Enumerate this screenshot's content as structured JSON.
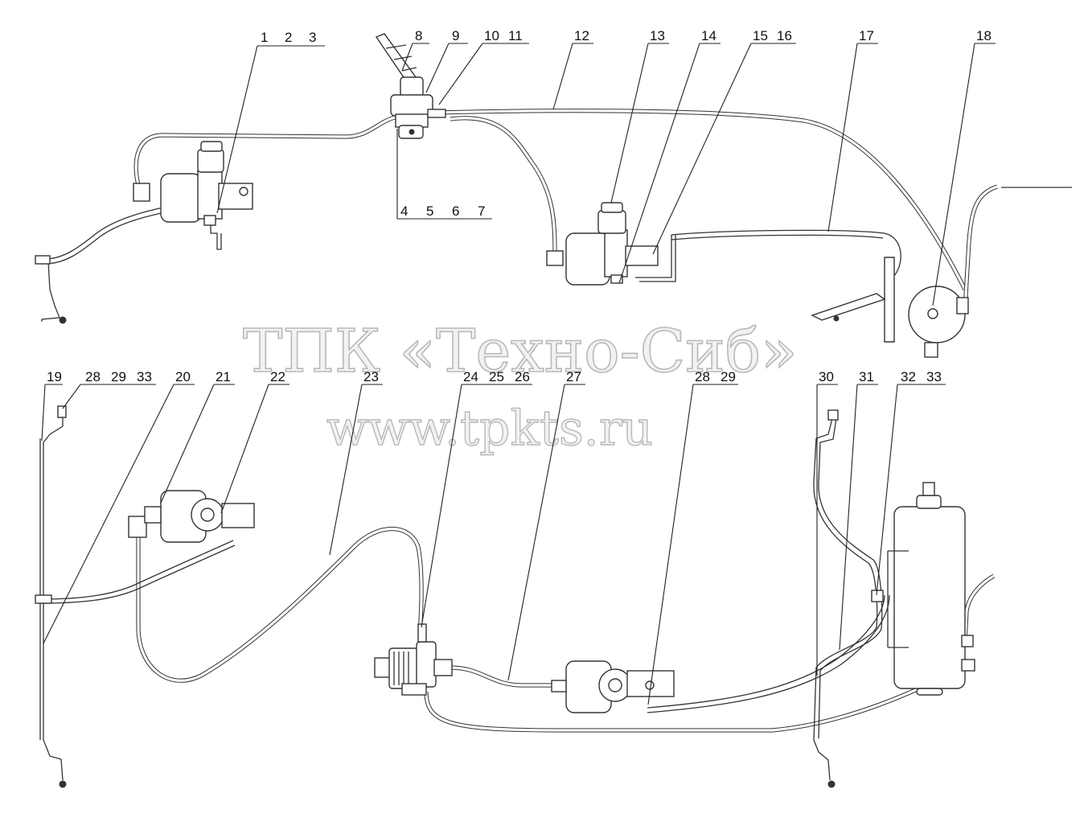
{
  "watermark": {
    "line1": "ТПК «Техно-Сиб»",
    "line2": "www.tpkts.ru"
  },
  "callouts": {
    "c1": "1",
    "c2": "2",
    "c3": "3",
    "c4": "4",
    "c5": "5",
    "c6": "6",
    "c7": "7",
    "c8": "8",
    "c9": "9",
    "c10": "10",
    "c11": "11",
    "c12": "12",
    "c13": "13",
    "c14": "14",
    "c15": "15",
    "c16": "16",
    "c17": "17",
    "c18": "18",
    "c19": "19",
    "c28a": "28",
    "c29a": "29",
    "c33a": "33",
    "c20": "20",
    "c21": "21",
    "c22": "22",
    "c23": "23",
    "c24": "24",
    "c25": "25",
    "c26": "26",
    "c27": "27",
    "c28b": "28",
    "c29b": "29",
    "c30": "30",
    "c31": "31",
    "c32": "32",
    "c33b": "33"
  }
}
